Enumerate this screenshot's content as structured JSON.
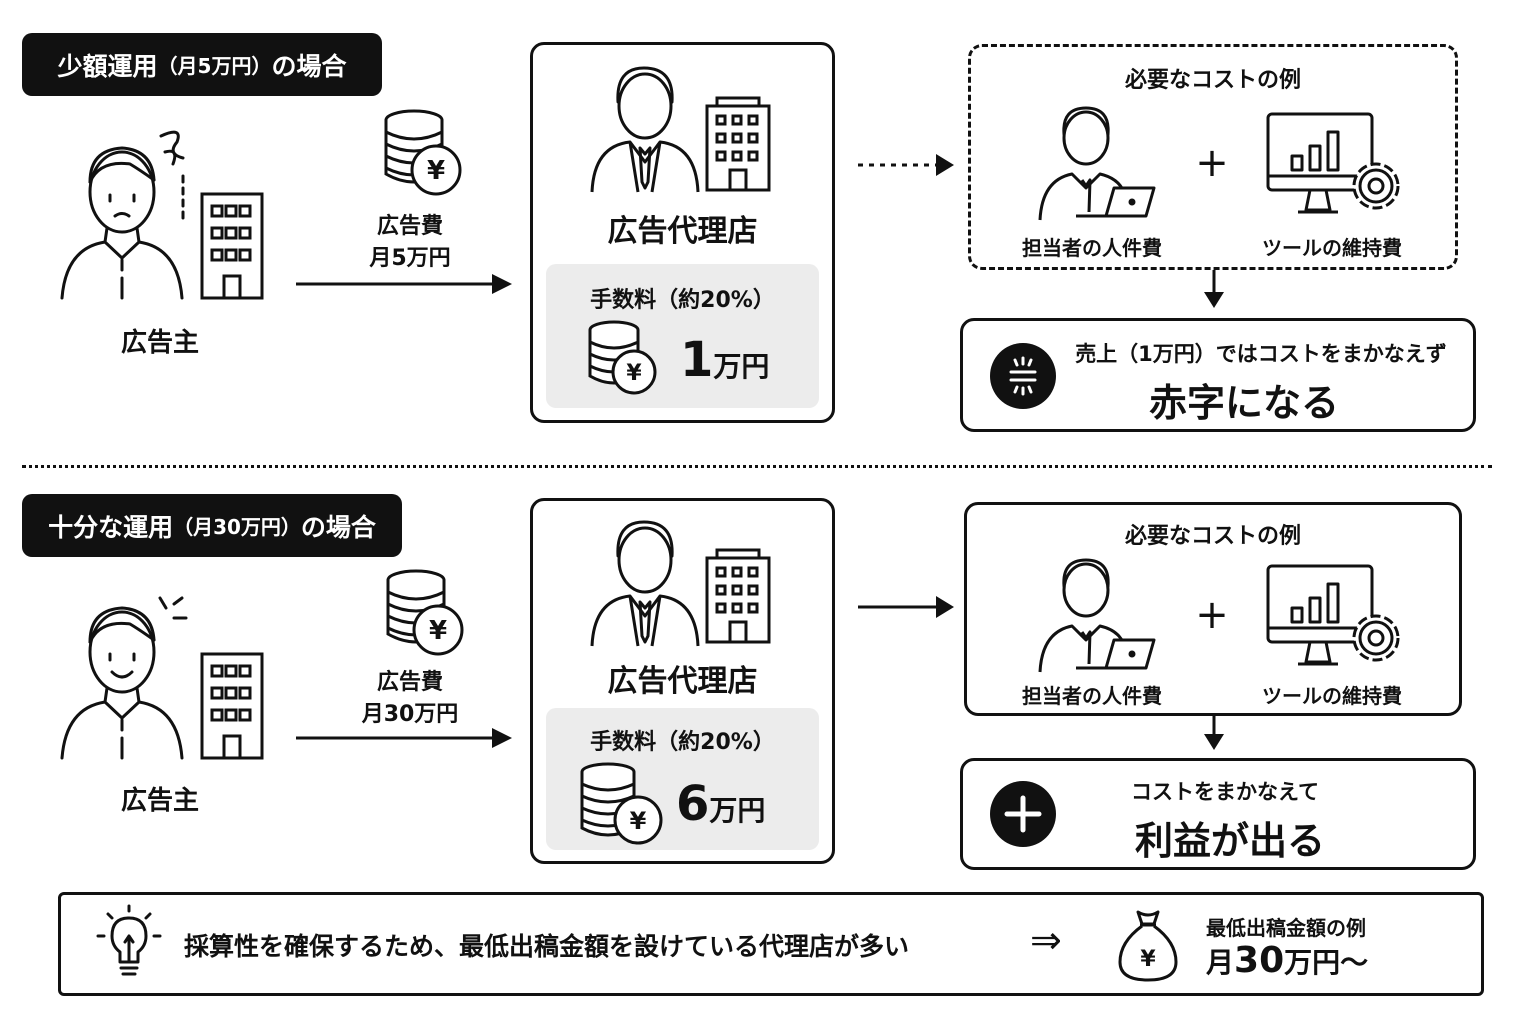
{
  "top": {
    "tag": {
      "main": "少額運用",
      "paren": "（月5万円）",
      "suffix": "の場合"
    },
    "advertiser_label": "広告主",
    "ad_cost_label": "広告費",
    "ad_cost_amount": "月5万円",
    "agency_label": "広告代理店",
    "fee_label": "手数料（約20%）",
    "fee_number": "1",
    "fee_unit": "万円",
    "costs_title": "必要なコストの例",
    "cost_labor": "担当者の人件費",
    "cost_tool": "ツールの維持費",
    "plus": "+",
    "result_sub": "売上（1万円）ではコストをまかなえず",
    "result_main": "赤字になる"
  },
  "bottom": {
    "tag": {
      "main": "十分な運用",
      "paren": "（月30万円）",
      "suffix": "の場合"
    },
    "advertiser_label": "広告主",
    "ad_cost_label": "広告費",
    "ad_cost_amount": "月30万円",
    "agency_label": "広告代理店",
    "fee_label": "手数料（約20%）",
    "fee_number": "6",
    "fee_unit": "万円",
    "costs_title": "必要なコストの例",
    "cost_labor": "担当者の人件費",
    "cost_tool": "ツールの維持費",
    "plus": "+",
    "result_sub": "コストをまかなえて",
    "result_main": "利益が出る"
  },
  "footer": {
    "message": "採算性を確保するため、最低出稿金額を設けている代理店が多い",
    "arrow": "⇒",
    "min_label": "最低出稿金額の例",
    "min_amount_prefix": "月",
    "min_amount_number": "30",
    "min_amount_suffix": "万円〜"
  },
  "icons": {
    "yen": "¥",
    "advertiser_top": "worried-person-icon",
    "advertiser_bottom": "happy-person-icon",
    "building": "building-icon",
    "agency": "agency-businessman-icon",
    "coins": "yen-coins-icon",
    "worker": "worker-laptop-icon",
    "monitor": "monitor-chart-gear-icon",
    "minus_equal": "deficit-icon",
    "plus_circle": "profit-plus-icon",
    "bulb": "lightbulb-icon",
    "money_bag": "money-bag-icon"
  }
}
